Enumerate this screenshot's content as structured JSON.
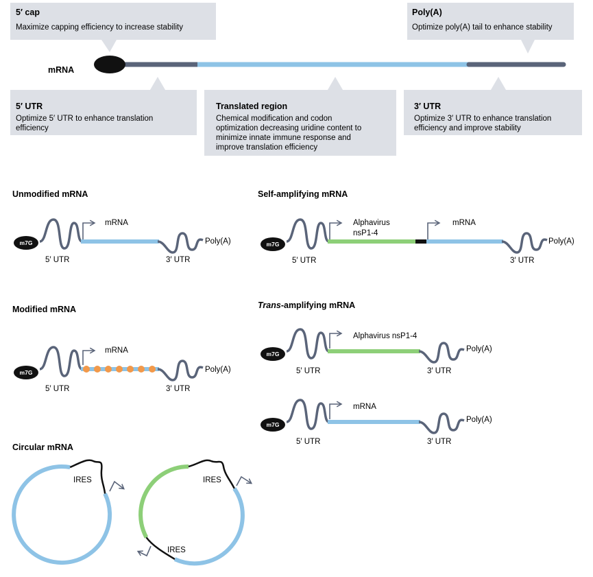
{
  "top": {
    "cap_title": "5′ cap",
    "cap_desc": "Maximize capping efficiency to increase stability",
    "polya_title": "Poly(A)",
    "polya_desc": "Optimize poly(A) tail to enhance stability",
    "mrna_label": "mRNA",
    "utr5_title": "5′ UTR",
    "utr5_desc": [
      "Optimize 5′ UTR to enhance translation",
      "efficiency"
    ],
    "translated_title": "Translated region",
    "translated_desc": [
      "Chemical modification and codon",
      "optimization decreasing uridine content to",
      "minimize innate immune response and",
      "improve translation efficiency"
    ],
    "utr3_title": "3′ UTR",
    "utr3_desc": [
      "Optimize 3′ UTR to enhance translation",
      "efficiency and improve stability"
    ]
  },
  "sections": {
    "unmodified": "Unmodified mRNA",
    "modified": "Modified mRNA",
    "circular": "Circular mRNA",
    "self_amplifying": "Self-amplifying mRNA",
    "trans_prefix": "Trans",
    "trans_suffix": "-amplifying mRNA"
  },
  "labels": {
    "cap": "m7G",
    "utr5": "5′ UTR",
    "utr3": "3′ UTR",
    "polya": "Poly(A)",
    "mrna": "mRNA",
    "alpha_two_line": [
      "Alphavirus",
      "nsP1-4"
    ],
    "alpha_one_line": "Alphavirus nsP1-4",
    "ires": "IRES"
  },
  "colors": {
    "callout_bg": "#dde0e6",
    "callout_notch": "#c9cdd5",
    "utr_line": "#5a6479",
    "coding_blue": "#8ec3e6",
    "replicase_green": "#8dcf78",
    "modification_orange": "#f2994a",
    "cap_black": "#111111",
    "ires_black": "#111111"
  }
}
